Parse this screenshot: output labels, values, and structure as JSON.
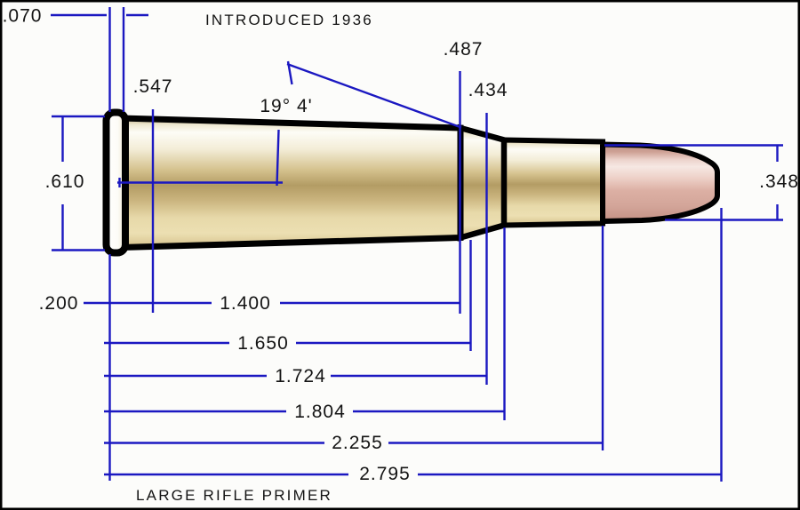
{
  "diagram": {
    "notes": {
      "introduced": "INTRODUCED 1936",
      "primer": "LARGE RIFLE PRIMER"
    },
    "labels": {
      "rim_thickness": ".070",
      "head_diameter": ".547",
      "rim_diameter": ".610",
      "shoulder_diameter": ".487",
      "mid_shoulder_diameter": ".434",
      "bullet_diameter": ".348",
      "shoulder_angle": "19° 4'",
      "rim_to_datum": ".200",
      "datum_to_shoulder": "1.400",
      "length_to_shoulder": "1.650",
      "length_to_mid_shoulder": "1.724",
      "length_to_neck": "1.804",
      "case_length": "2.255",
      "overall_length": "2.795"
    },
    "colors": {
      "dimension_blue": "#1b18c1",
      "outline_black": "#000000",
      "label_text": "#141414",
      "background": "#fcfcfa",
      "brass_highlight": "#fdfcf6",
      "brass_mid": "#d5c28e",
      "brass_dark": "#b39c64",
      "bullet_highlight": "#f6e8e3",
      "bullet_mid": "#dcb0a4",
      "bullet_dark": "#b88d80"
    }
  }
}
